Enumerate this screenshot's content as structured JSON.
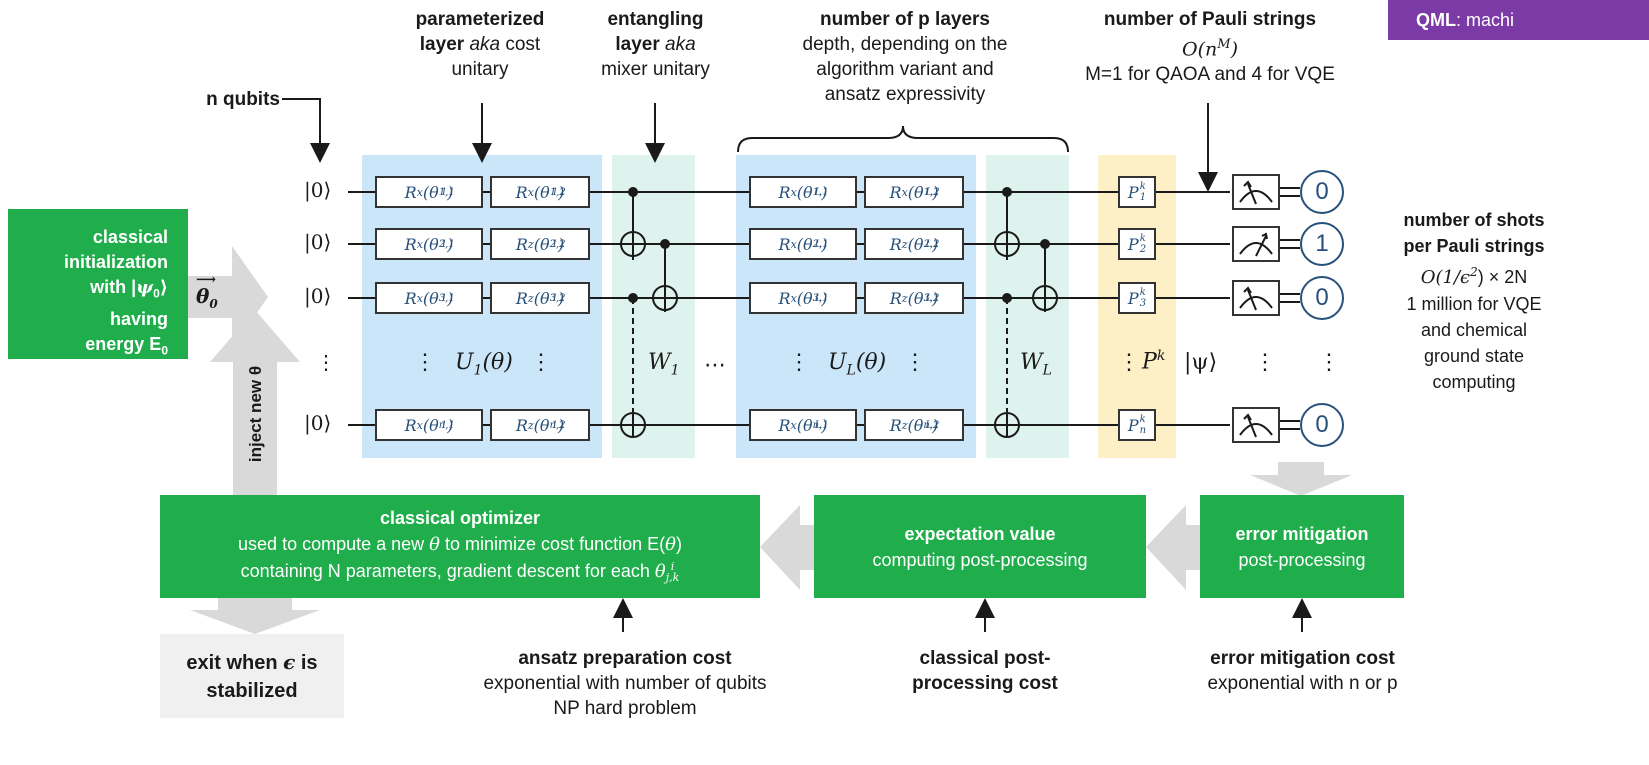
{
  "tag": {
    "strong": "QML",
    "rest": ": machi"
  },
  "labels": {
    "n_qubits": "n qubits",
    "param_layer": {
      "l1": "parameterized",
      "l2a": "layer",
      "l2b": "aka",
      "l2c": "cost",
      "l3": "unitary"
    },
    "entangling": {
      "l1": "entangling",
      "l2a": "layer",
      "l2b": "aka",
      "l3": "mixer unitary"
    },
    "p_layers": {
      "l1": "number of p layers",
      "l2": "depth, depending on the",
      "l3": "algorithm variant and",
      "l4": "ansatz expressivity"
    },
    "pauli": {
      "l1": "number of Pauli strings",
      "l2": "O(n",
      "l2sup": "M",
      "l2end": ")",
      "l3": "M=1 for QAOA and 4 for VQE"
    },
    "shots": {
      "l1": "number of shots",
      "l2": "per Pauli strings",
      "l3a": "O(1/ϵ",
      "l3sup": "2",
      "l3b": ") × 2N",
      "l4": "1 million for VQE",
      "l5": "and chemical",
      "l6": "ground state",
      "l7": "computing"
    }
  },
  "init_box": {
    "l1": "classical",
    "l2": "initialization",
    "l3a": "with |",
    "l3b": "ψ",
    "l3sub": "0",
    "l3c": "⟩",
    "l4": "having",
    "l5a": "energy E",
    "l5sub": "0"
  },
  "theta0": {
    "main": "θ",
    "sub": "0"
  },
  "inject": "inject new θ",
  "kets": [
    "|0⟩",
    "|0⟩",
    "|0⟩",
    "⋮",
    "|0⟩"
  ],
  "gates1": [
    [
      "R",
      "x",
      "θ",
      "1,1",
      "1",
      "R",
      "x",
      "θ",
      "1,2",
      "1"
    ],
    [
      "R",
      "x",
      "θ",
      "2,1",
      "1",
      "R",
      "z",
      "θ",
      "2,2",
      "1"
    ],
    [
      "R",
      "x",
      "θ",
      "3,1",
      "1",
      "R",
      "z",
      "θ",
      "3,2",
      "1"
    ],
    [
      "R",
      "x",
      "θ",
      "n,1",
      "1",
      "R",
      "z",
      "θ",
      "n,2",
      "1"
    ]
  ],
  "gatesL": [
    [
      "R",
      "x",
      "θ",
      "1,1",
      "L",
      "R",
      "x",
      "θ",
      "1,2",
      "L"
    ],
    [
      "R",
      "x",
      "θ",
      "2,1",
      "L",
      "R",
      "z",
      "θ",
      "2,2",
      "L"
    ],
    [
      "R",
      "x",
      "θ",
      "3,1",
      "L",
      "R",
      "z",
      "θ",
      "3,2",
      "L"
    ],
    [
      "R",
      "x",
      "θ",
      "n,1",
      "L",
      "R",
      "z",
      "θ",
      "n,2",
      "L"
    ]
  ],
  "u1": {
    "a": "U",
    "sub": "1",
    "b": "(θ)"
  },
  "ul": {
    "a": "U",
    "sub": "L",
    "b": "(θ)"
  },
  "w1": {
    "a": "W",
    "sub": "1"
  },
  "wl": {
    "a": "W",
    "sub": "L"
  },
  "ellipsis": "⋯",
  "vdots": "⋮",
  "pauli_gates": [
    [
      "P",
      "k",
      "1"
    ],
    [
      "P",
      "k",
      "2"
    ],
    [
      "P",
      "k",
      "3"
    ],
    [
      "P",
      "k",
      "n"
    ]
  ],
  "pk": {
    "a": "P",
    "sup": "k"
  },
  "psi": "|ψ⟩",
  "results": [
    "0",
    "1",
    "0",
    "0"
  ],
  "boxes": {
    "optimizer": {
      "title": "classical optimizer",
      "l2a": "used to compute a new",
      "l2b": "θ",
      "l2c": "to minimize cost function E(",
      "l2d": "θ",
      "l2e": ")",
      "l3a": "containing N parameters, gradient descent for each",
      "l3b": "θ",
      "l3sup": "i",
      "l3sub": "j,k"
    },
    "expectation": {
      "title": "expectation value",
      "l2": "computing post-processing"
    },
    "mitigation": {
      "title": "error mitigation",
      "l2": "post-processing"
    }
  },
  "exit": {
    "l1a": "exit when",
    "l1b": "ϵ",
    "l1c": "is",
    "l2": "stabilized"
  },
  "costs": {
    "ansatz": {
      "l1": "ansatz preparation cost",
      "l2": "exponential with number of qubits",
      "l3": "NP hard problem"
    },
    "classical": {
      "l1": "classical post-",
      "l2": "processing cost"
    },
    "mitigation": {
      "l1": "error mitigation cost",
      "l2": "exponential with n or p"
    }
  },
  "colors": {
    "green": "#1fae4b",
    "blue_region": "#cce6f9",
    "teal_region": "#dff3ee",
    "yellow_region": "#fdefc6",
    "purple": "#7b3aa6",
    "gate_text": "#27507a"
  }
}
